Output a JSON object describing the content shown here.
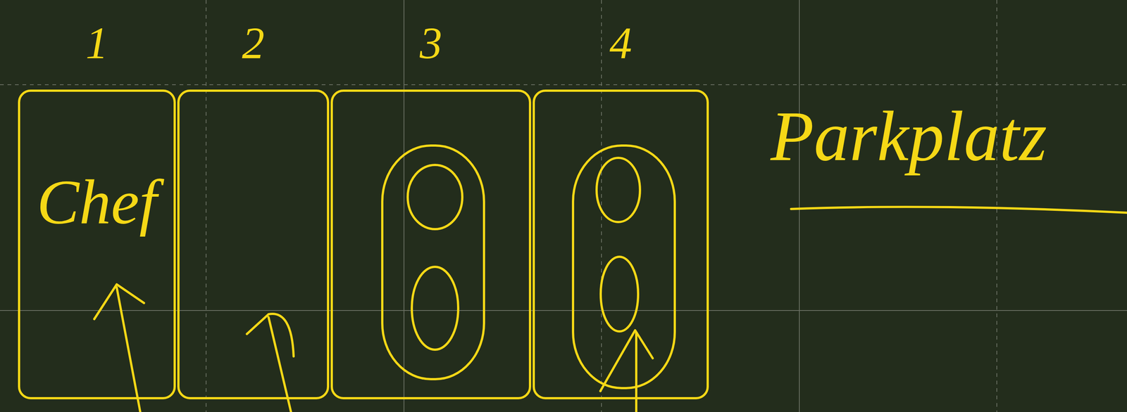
{
  "diagram": {
    "title": "Parkplatz",
    "nodes": [
      {
        "text": [
          "1",
          "Chef"
        ]
      },
      {
        "text": [
          "2"
        ]
      },
      {
        "text": [
          "3"
        ]
      },
      {
        "text": [
          "4"
        ]
      }
    ],
    "edges": []
  }
}
